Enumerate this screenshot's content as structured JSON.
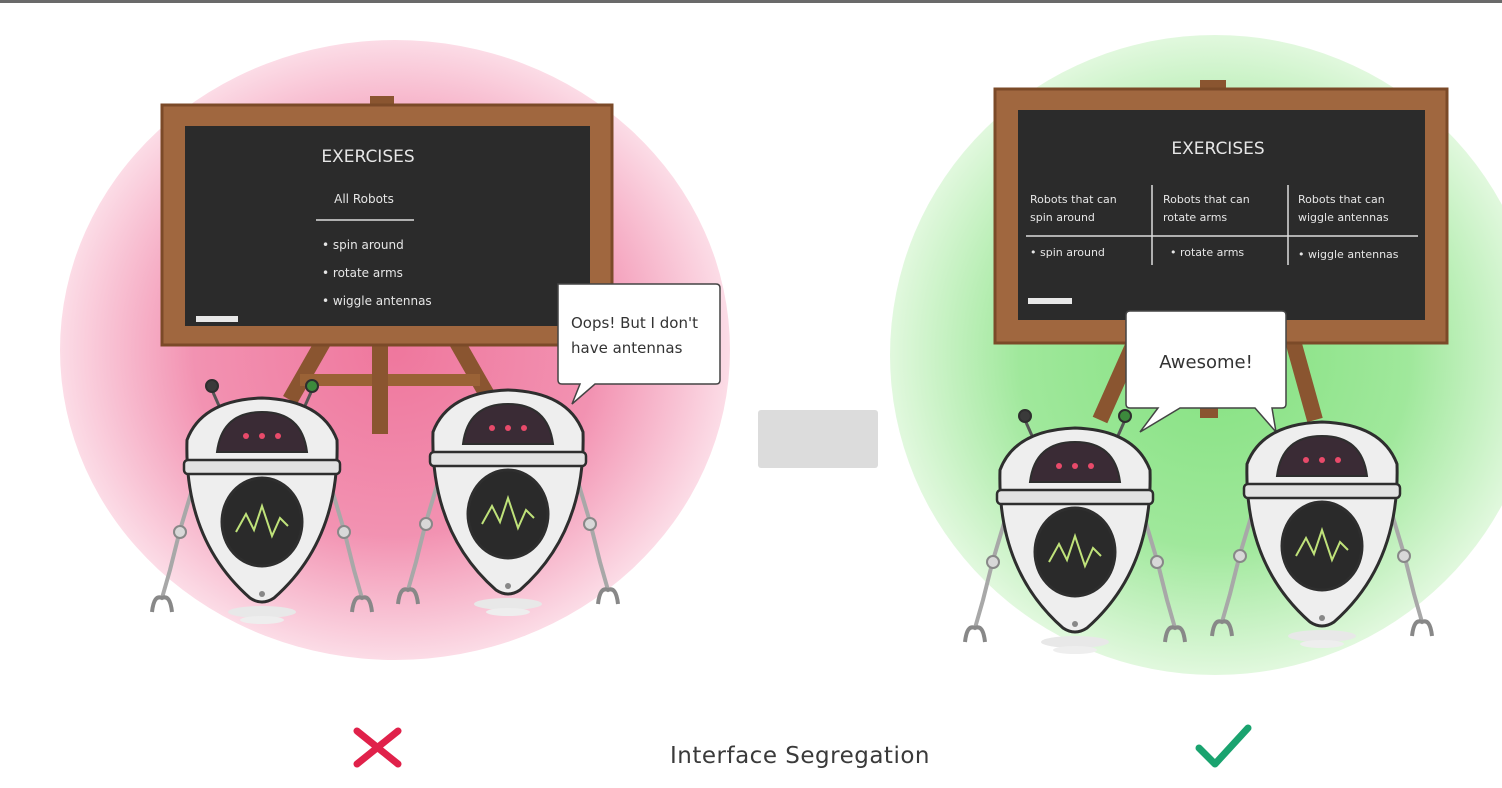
{
  "caption": "Interface Segregation",
  "left_panel": {
    "board_title": "EXERCISES",
    "column_header": "All Robots",
    "items": [
      "• spin around",
      "• rotate arms",
      "• wiggle antennas"
    ],
    "speech_line1": "Oops! But I don't",
    "speech_line2": "have antennas",
    "verdict_icon": "cross-mark-icon"
  },
  "right_panel": {
    "board_title": "EXERCISES",
    "columns": [
      {
        "header1": "Robots that can",
        "header2": "spin around",
        "item": "• spin around"
      },
      {
        "header1": "Robots that can",
        "header2": "rotate arms",
        "item": "• rotate arms"
      },
      {
        "header1": "Robots that can",
        "header2": "wiggle antennas",
        "item": "• wiggle antennas"
      }
    ],
    "speech": "Awesome!",
    "verdict_icon": "check-mark-icon"
  },
  "colors": {
    "bad": "#e0214a",
    "good": "#1aa36f",
    "board_frame": "#a0673f",
    "chalkboard": "#2b2b2b"
  }
}
